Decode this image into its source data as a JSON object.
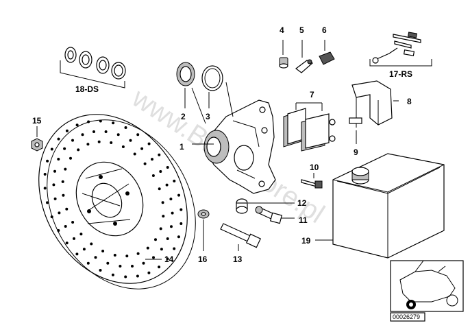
{
  "diagram": {
    "watermark": "www.BMWstore.pl",
    "reference_number": "00026279",
    "callouts": [
      {
        "id": "1",
        "text": "1"
      },
      {
        "id": "2",
        "text": "2"
      },
      {
        "id": "3",
        "text": "3"
      },
      {
        "id": "4",
        "text": "4"
      },
      {
        "id": "5",
        "text": "5"
      },
      {
        "id": "6",
        "text": "6"
      },
      {
        "id": "7",
        "text": "7"
      },
      {
        "id": "8",
        "text": "8"
      },
      {
        "id": "9",
        "text": "9"
      },
      {
        "id": "10",
        "text": "10"
      },
      {
        "id": "11",
        "text": "11"
      },
      {
        "id": "12",
        "text": "12"
      },
      {
        "id": "13",
        "text": "13"
      },
      {
        "id": "14",
        "text": "14"
      },
      {
        "id": "15",
        "text": "15"
      },
      {
        "id": "16",
        "text": "16"
      },
      {
        "id": "17",
        "text": "17-RS"
      },
      {
        "id": "18",
        "text": "18-DS"
      },
      {
        "id": "19",
        "text": "19"
      }
    ],
    "colors": {
      "line": "#000000",
      "shade": "#bdbdbd",
      "background": "#ffffff"
    }
  }
}
